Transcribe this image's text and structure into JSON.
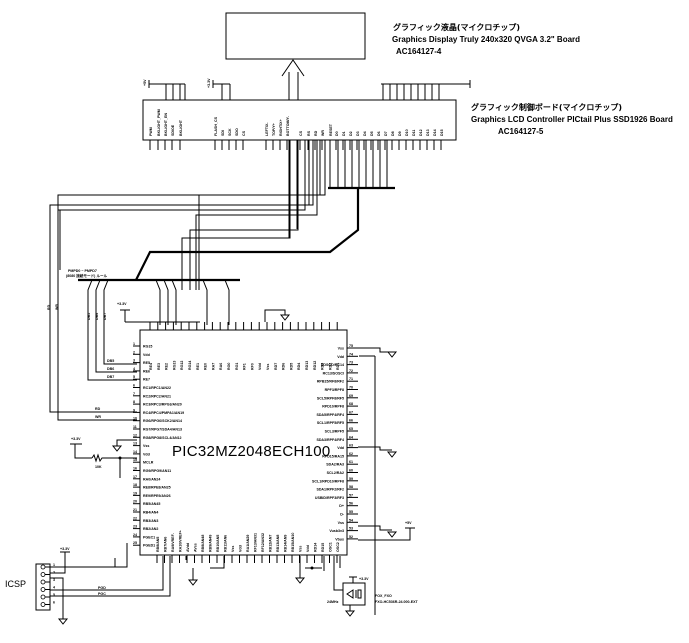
{
  "display_module": {
    "title_jp": "グラフィック液晶(マイクロチップ)",
    "title_en": "Graphics Display Truly 240x320 QVGA 3.2\" Board",
    "part_no": "AC164127-4"
  },
  "controller_board": {
    "title_jp": "グラフィック制御ボード(マイクロチップ)",
    "title_en": "Graphics LCD Controller PICtail Plus SSD1926 Board",
    "part_no": "AC164127-5",
    "pin_labels": [
      "PWM",
      "BKLIGHT_PWM",
      "BKLIGHT_EN",
      "SD/OE",
      "BKLIGHT",
      "FLASH_CS",
      "SDI",
      "SCK",
      "SDO",
      "CS",
      "LEFT/X-",
      "TOP/Y+",
      "RIGHT/X+",
      "BOTTOM/Y-",
      "CS",
      "RS",
      "RD",
      "WR",
      "RESET",
      "D0",
      "D1",
      "D2",
      "D3",
      "D4",
      "D5",
      "D6",
      "D7",
      "D8",
      "D9",
      "D10",
      "D11",
      "D12",
      "D13",
      "D14",
      "D15"
    ],
    "power_left": "+5V",
    "power_mid": "+3.3V"
  },
  "bus_label": {
    "line1": "PMPD0 ~ PMPD7",
    "line2": "(8080 接続モード) ルール"
  },
  "mcu": {
    "part": "PIC32MZ2048ECH100",
    "left_pins": [
      "RG15",
      "Vdd",
      "RE5",
      "RE6",
      "RE7",
      "RC1/RPC1/AN22",
      "RC2/RPC2/AN21",
      "RC3/RPC3/RPG3/AN20",
      "RC4/RPC4/PMPA1/AN19",
      "RG6/RPG6/SCK2/AN14",
      "RG7/RPG7/SDA4/AN13",
      "RG8/RPG8/SCL4/AN12",
      "Vss",
      "Vdd",
      "MCLR",
      "RG9/RPG9/AN11",
      "RA0/AN24",
      "RE8/RPE8/AN25",
      "RE9/RPE9/AN26",
      "RB5/AN45",
      "RB4/AN4",
      "RB3/AN3",
      "RB2/AN2",
      "PGEC1",
      "PGED1"
    ],
    "right_pins": [
      "Vss",
      "Vdd",
      "SOSCO/RC14",
      "RC13/SOSCI",
      "RPB15/RF8/RF2",
      "RPF3/RPF8",
      "SCL5/RPF8/RF5",
      "RPD10/RPF8",
      "SDA5/RPF4/RF4",
      "SCL1/RPF5/RF5",
      "SCL3/RPF5",
      "SDA3/RPF4/RF4",
      "Vdd",
      "RPD15/RA15",
      "SDA2/RA3",
      "SCL2/RA2",
      "SCL1/RPD10/RPF8",
      "SDA1/RPF2/RF2",
      "USBID/RPF3/RF3",
      "D+",
      "D-",
      "Vss",
      "Vusb3v3",
      "Vbus"
    ],
    "right_pin_numbers": [
      "75",
      "74",
      "73",
      "72",
      "71",
      "70",
      "69",
      "68",
      "67",
      "66",
      "65",
      "64",
      "63",
      "62",
      "61",
      "60",
      "59",
      "58",
      "57",
      "56",
      "55",
      "54",
      "53",
      "52",
      "51"
    ],
    "left_pin_numbers": [
      "1",
      "2",
      "3",
      "4",
      "5",
      "6",
      "7",
      "8",
      "9",
      "10",
      "11",
      "12",
      "13",
      "14",
      "15",
      "16",
      "17",
      "18",
      "19",
      "20",
      "21",
      "22",
      "23",
      "24",
      "25"
    ],
    "top_pin_labels": [
      "RE4",
      "RE3",
      "RE2",
      "RG13",
      "RG12",
      "RG14",
      "RE1",
      "RE0",
      "RA7",
      "RA6",
      "RG0",
      "RG1",
      "RF1",
      "RF0",
      "Vdd",
      "Vss",
      "RD7",
      "RD6",
      "RD5",
      "RD4",
      "RD13",
      "RD12",
      "RD3",
      "RD2",
      "RD1"
    ],
    "bottom_pin_labels": [
      "RB8/AN5",
      "RB7/AN6",
      "RA9/VREF-",
      "RA10/VREF+",
      "AVdd",
      "AVss",
      "RB8/AN48",
      "RB9/AN49",
      "RB10/AN5",
      "RB11/AN6",
      "Vss",
      "Vdd",
      "RA1/AN29",
      "RF13/AN31",
      "RF12/AN32",
      "RB12/AN7",
      "RB13/AN8",
      "RB14/AN9",
      "RB15/AN10",
      "Vss",
      "Vdd",
      "RD14",
      "RD15",
      "OSC1",
      "OSC2"
    ]
  },
  "signals": {
    "db": [
      "DB0",
      "DB1",
      "DB2",
      "DB3",
      "DB4",
      "DB5",
      "DB6",
      "DB7"
    ],
    "control": [
      "RS",
      "CS",
      "RESET",
      "WR",
      "RD"
    ],
    "left_labels": [
      "RD",
      "WR",
      "DB5",
      "DB6",
      "DB7"
    ],
    "icsp_pgd": "PGD",
    "icsp_pgc": "PGC"
  },
  "power": {
    "v33": "+3.3V",
    "v5": "+5V"
  },
  "reset_circuit": {
    "supply": "+3.3V",
    "resistor": "10K"
  },
  "icsp": {
    "label": "ICSP",
    "pins": [
      "1",
      "2",
      "3",
      "4",
      "5",
      "6"
    ],
    "supply": "+3.3V"
  },
  "oscillator": {
    "freq": "24MHz",
    "maker": "FOX_FXO",
    "part": "FXO-HC536R-24.000-EXT",
    "supply": "+3.3V"
  }
}
